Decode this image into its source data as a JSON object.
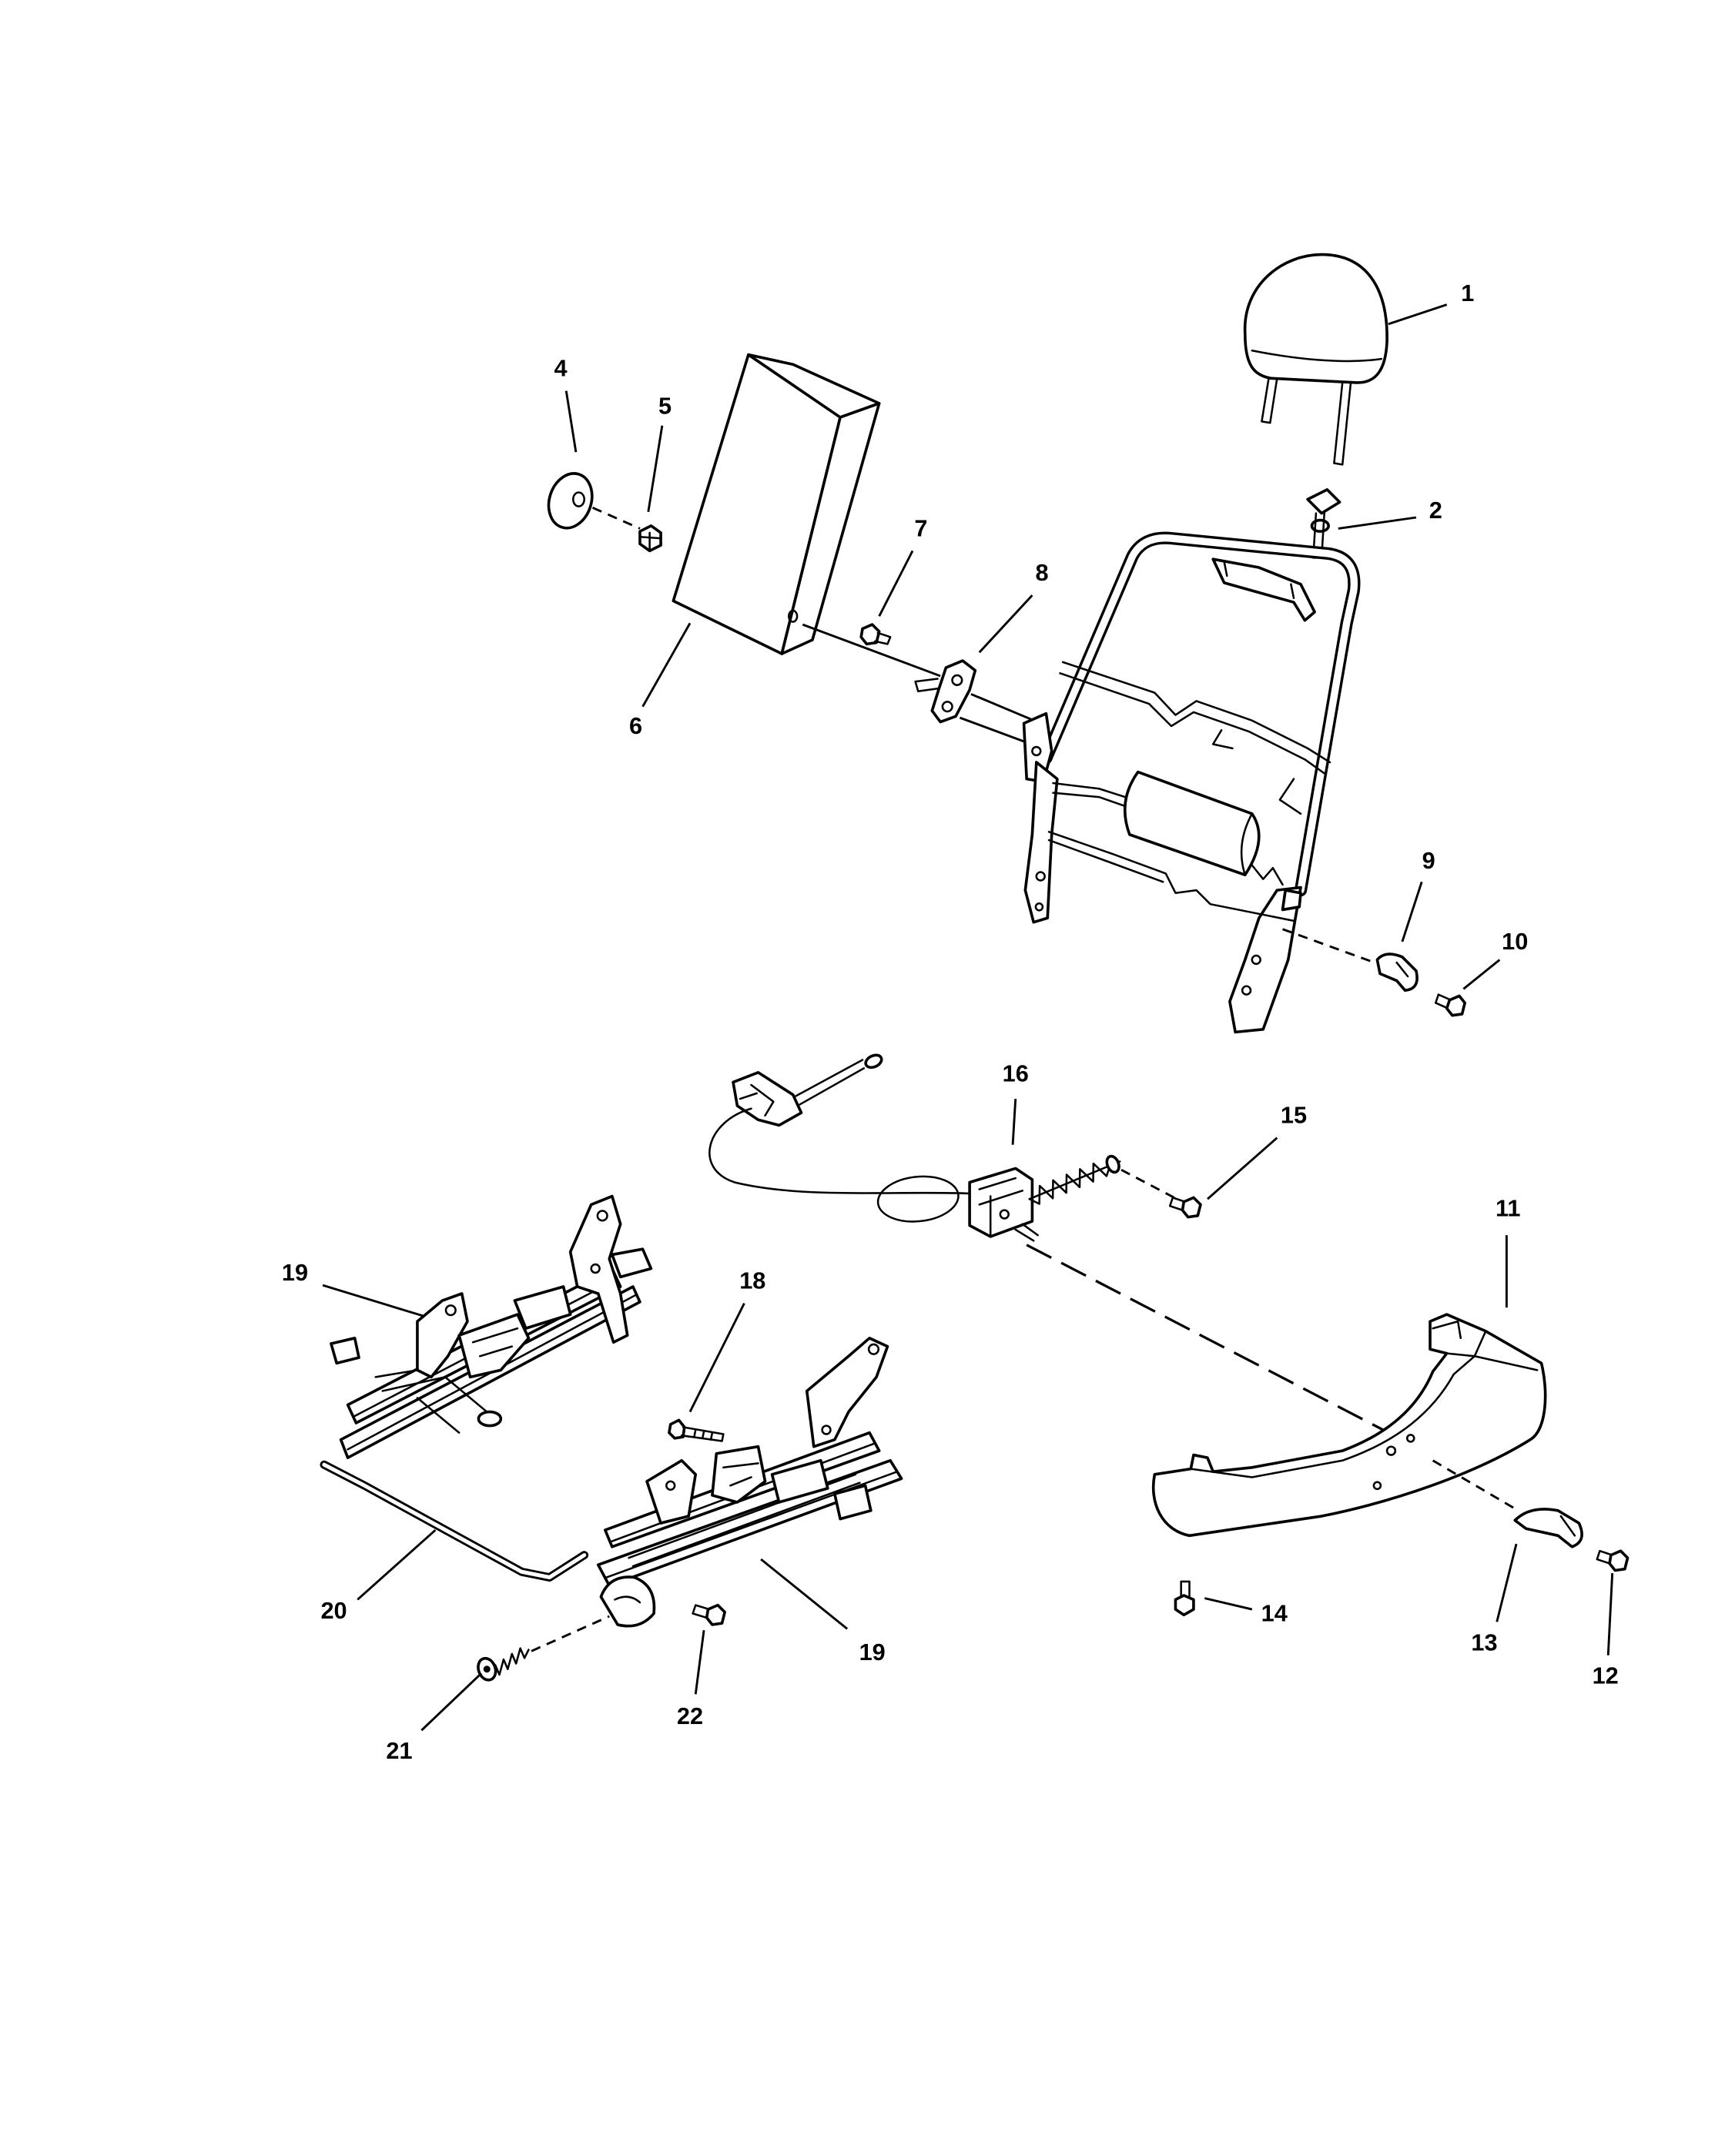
{
  "colors": {
    "ink": "#000000",
    "paper": "#ffffff"
  },
  "diagram": {
    "callouts": [
      {
        "label": "1"
      },
      {
        "label": "2"
      },
      {
        "label": "4"
      },
      {
        "label": "5"
      },
      {
        "label": "6"
      },
      {
        "label": "7"
      },
      {
        "label": "8"
      },
      {
        "label": "9"
      },
      {
        "label": "10"
      },
      {
        "label": "11"
      },
      {
        "label": "12"
      },
      {
        "label": "13"
      },
      {
        "label": "14"
      },
      {
        "label": "15"
      },
      {
        "label": "16"
      },
      {
        "label": "18"
      },
      {
        "label": "19"
      },
      {
        "label": "19"
      },
      {
        "label": "20"
      },
      {
        "label": "21"
      },
      {
        "label": "22"
      }
    ]
  }
}
